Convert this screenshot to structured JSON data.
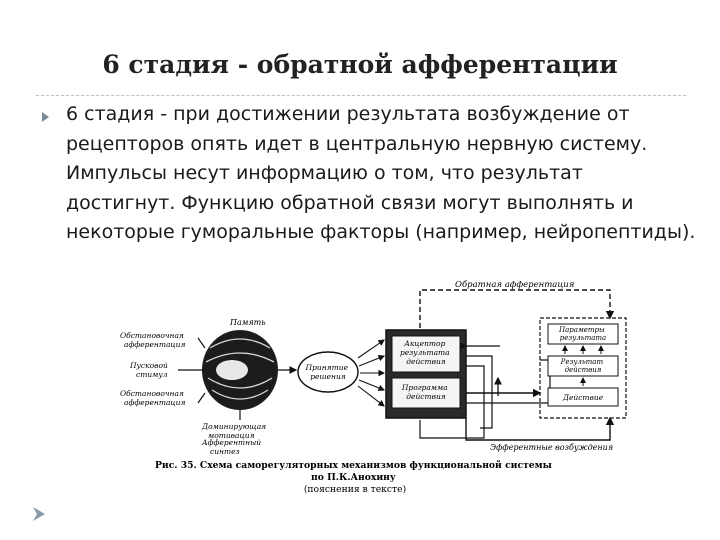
{
  "slide": {
    "title": "6 стадия - обратной афферентации",
    "text": "6 стадия - при достижении результата возбуждение от рецепторов опять идет в центральную нервную систему. Импульсы несут информацию о том, что результат достигнут. Функцию обратной связи могут выполнять и некоторые гуморальные факторы (например, нейропептиды)."
  },
  "figure": {
    "feedback_label": "Обратная афферентация",
    "memory_label": "Память",
    "situational_afferent_top": [
      "Обстановочная",
      "афферентация"
    ],
    "trigger_stimulus": [
      "Пусковой",
      "стимул"
    ],
    "situational_afferent_bottom": [
      "Обстановочная",
      "афферентация"
    ],
    "dominant_motivation": [
      "Доминирующая",
      "мотивация"
    ],
    "afferent_synthesis": [
      "Афферентный",
      "синтез"
    ],
    "decision": [
      "Принятие",
      "решения"
    ],
    "acceptor": [
      "Акцептор",
      "результата",
      "действия"
    ],
    "action_program": [
      "Программа",
      "действия"
    ],
    "result_parameters": [
      "Параметры",
      "результата"
    ],
    "result": [
      "Результат",
      "действия"
    ],
    "action": "Действие",
    "efferent_excitation": "Эфферентные возбуждения",
    "caption_lines": [
      "Рис. 35. Схема саморегуляторных механизмов функциональной системы",
      "по П.К.Анохину",
      "(пояснения в тексте)"
    ]
  },
  "colors": {
    "bullet": "#7a8b99",
    "text": "#1a1a1a"
  }
}
